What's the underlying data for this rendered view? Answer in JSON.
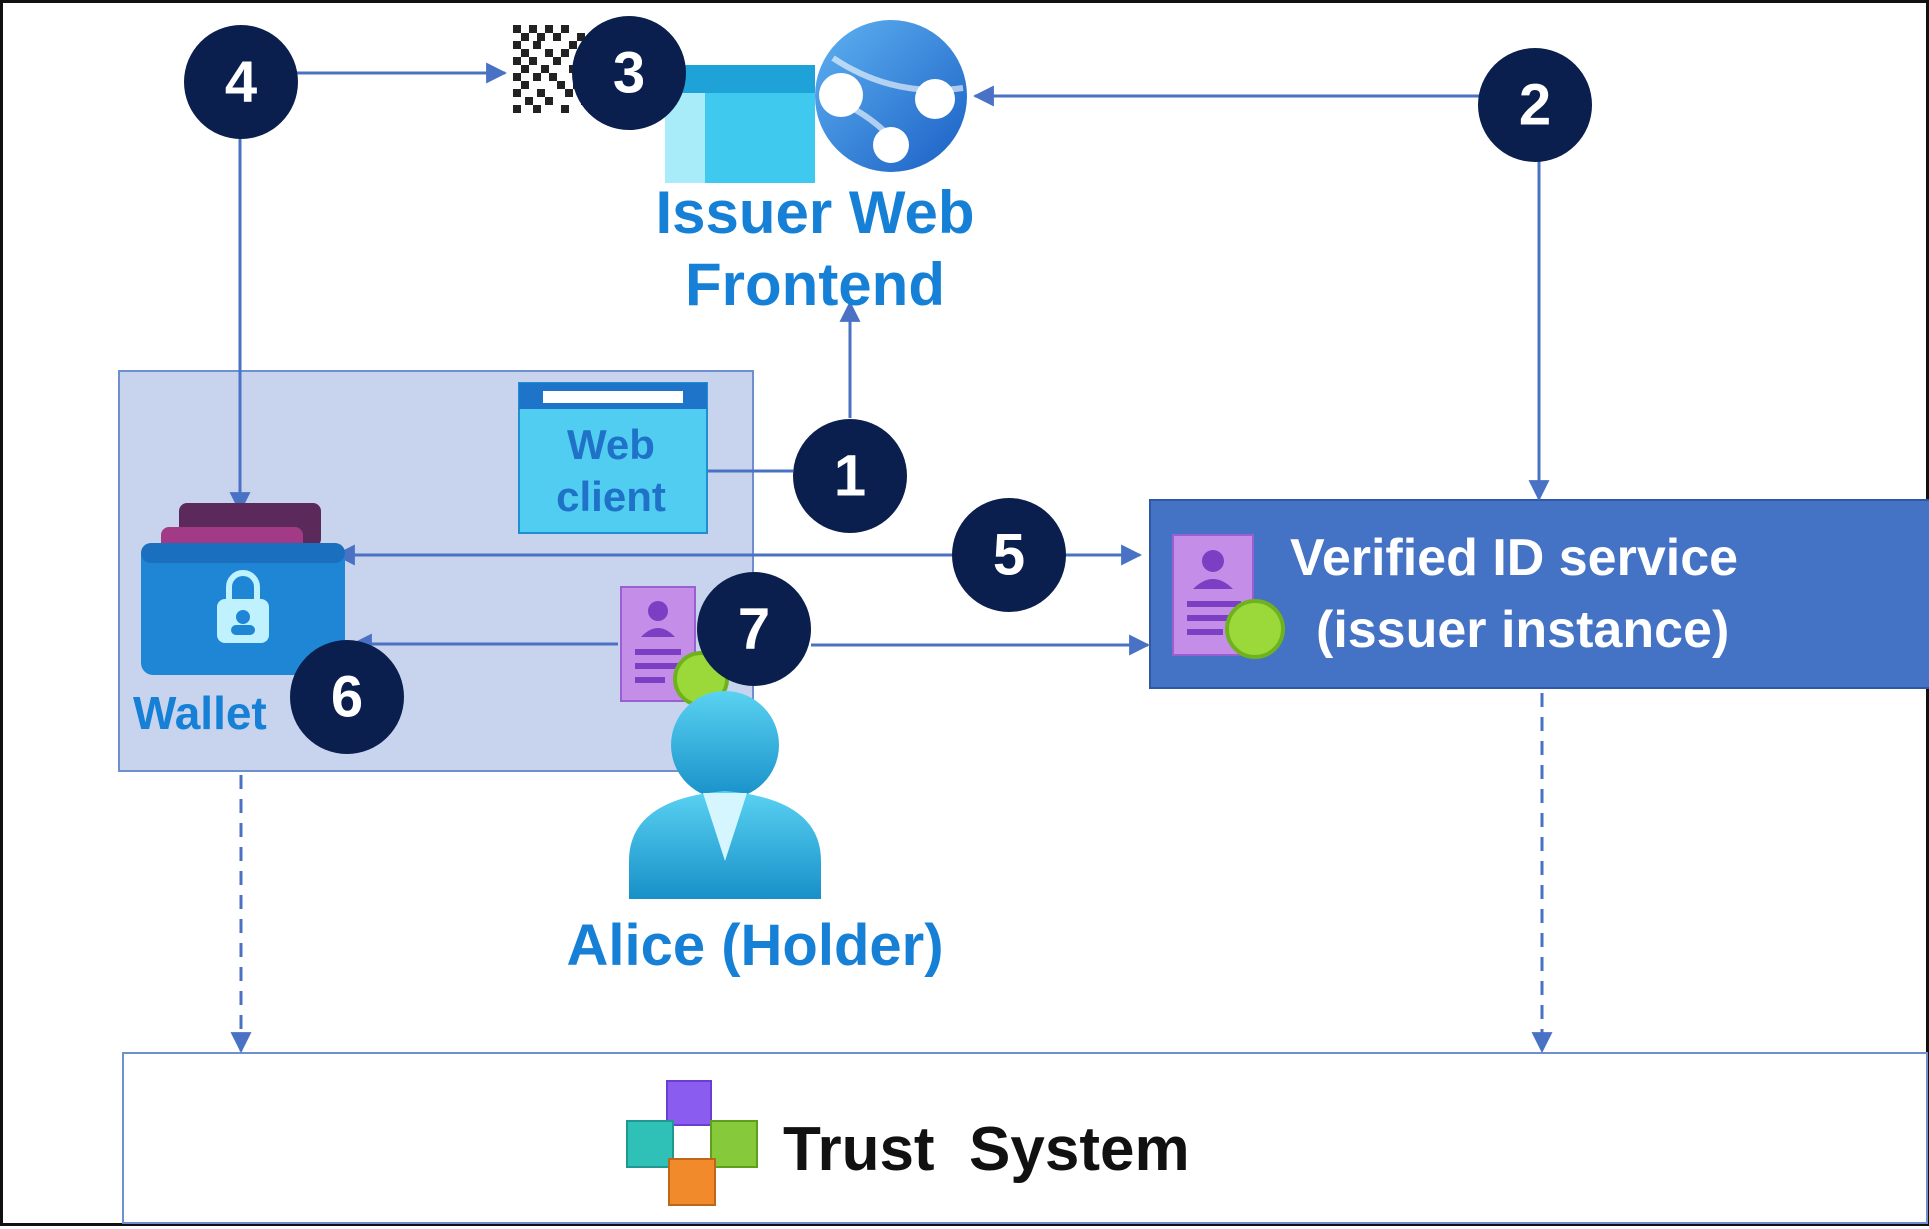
{
  "diagram": {
    "steps": [
      "1",
      "2",
      "3",
      "4",
      "5",
      "6",
      "7"
    ],
    "labels": {
      "issuer_web_line1": "Issuer Web",
      "issuer_web_line2": "Frontend",
      "web_client_line1": "Web",
      "web_client_line2": "client",
      "wallet": "Wallet",
      "verified_line1": "Verified ID service",
      "verified_line2": "(issuer instance)",
      "holder": "Alice (Holder)",
      "trust": "Trust  System"
    },
    "colors": {
      "navy": "#0b1f4e",
      "blue_text": "#1580d6",
      "arrow": "#4a72c4",
      "service_box": "#4472c4",
      "holder_box": "#c8d4ee",
      "holder_box_border": "#6f8fcf",
      "badge_green": "#9bd83a"
    }
  }
}
